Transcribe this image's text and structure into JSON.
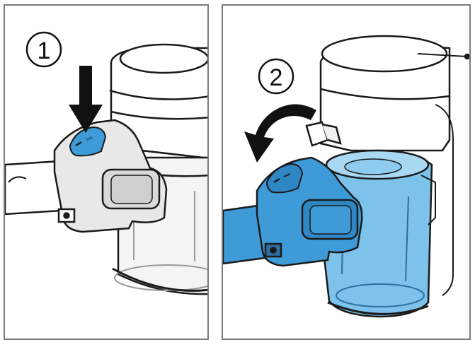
{
  "panels": [
    {
      "step_number": "1",
      "action": "press-release-button",
      "icon": "down-arrow-icon"
    },
    {
      "step_number": "2",
      "action": "tilt-and-remove-dust-container",
      "icon": "curved-arrow-left-icon"
    }
  ],
  "colors": {
    "highlight_blue": "#3f9ad8",
    "highlight_blue_dark": "#2c6f9e",
    "light_blue_fill": "#7cc2ea",
    "outline": "#1a1a1a",
    "panel_border": "#7a7a7a",
    "part_grey": "#e8e8e8"
  }
}
